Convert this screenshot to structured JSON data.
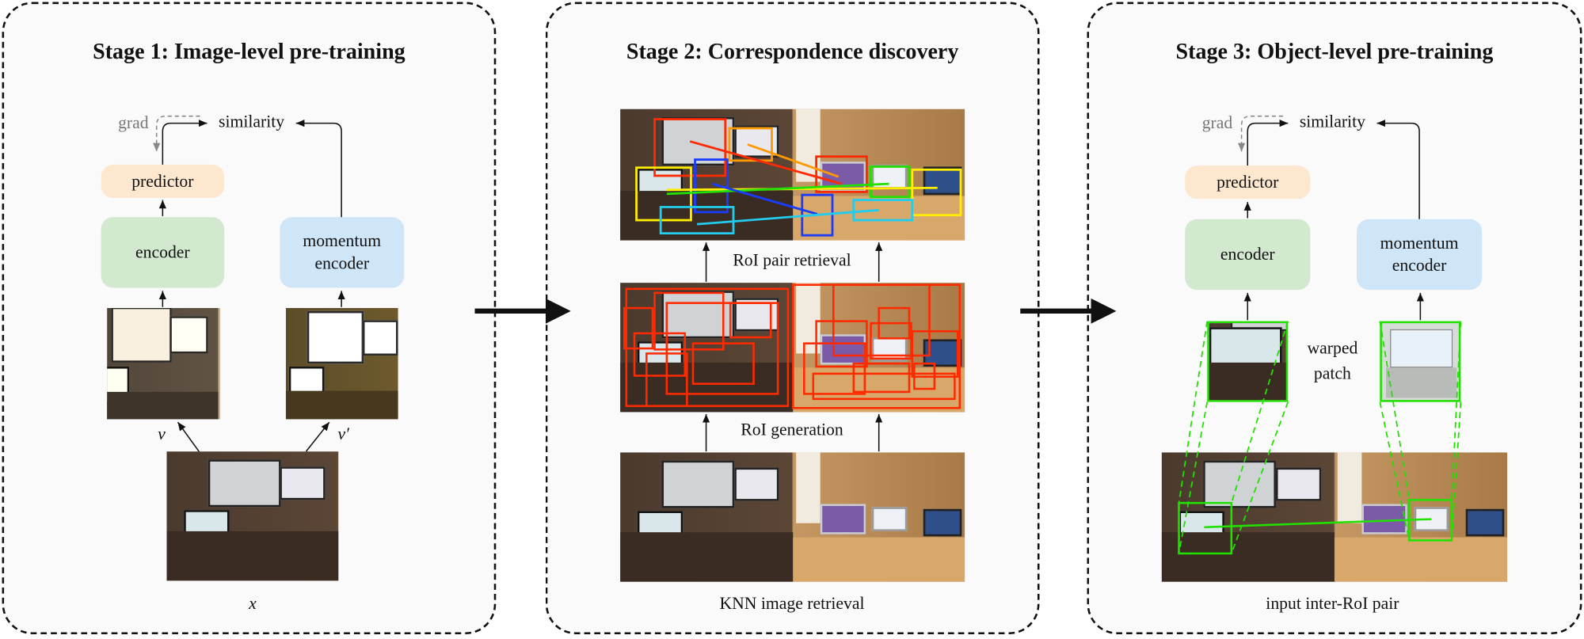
{
  "stage1": {
    "title": "Stage 1: Image-level pre-training",
    "grad": "grad",
    "similarity": "similarity",
    "predictor": "predictor",
    "encoder": "encoder",
    "momentum_encoder_line1": "momentum",
    "momentum_encoder_line2": "encoder",
    "view1": "v",
    "view2": "v′",
    "input": "x"
  },
  "stage2": {
    "title": "Stage 2: Correspondence discovery",
    "roi_pair_retrieval": "RoI pair retrieval",
    "roi_generation": "RoI generation",
    "knn_image_retrieval": "KNN image retrieval"
  },
  "stage3": {
    "title": "Stage 3: Object-level pre-training",
    "grad": "grad",
    "similarity": "similarity",
    "predictor": "predictor",
    "encoder": "encoder",
    "momentum_encoder_line1": "momentum",
    "momentum_encoder_line2": "encoder",
    "warped_line1": "warped",
    "warped_line2": "patch",
    "caption": "input inter-RoI pair"
  },
  "colors": {
    "predictor": "#fde8cf",
    "encoder": "#d2e9d0",
    "momentum_encoder": "#cfe6f8",
    "roi_box": "#ff2a00",
    "match": "#22e000"
  }
}
